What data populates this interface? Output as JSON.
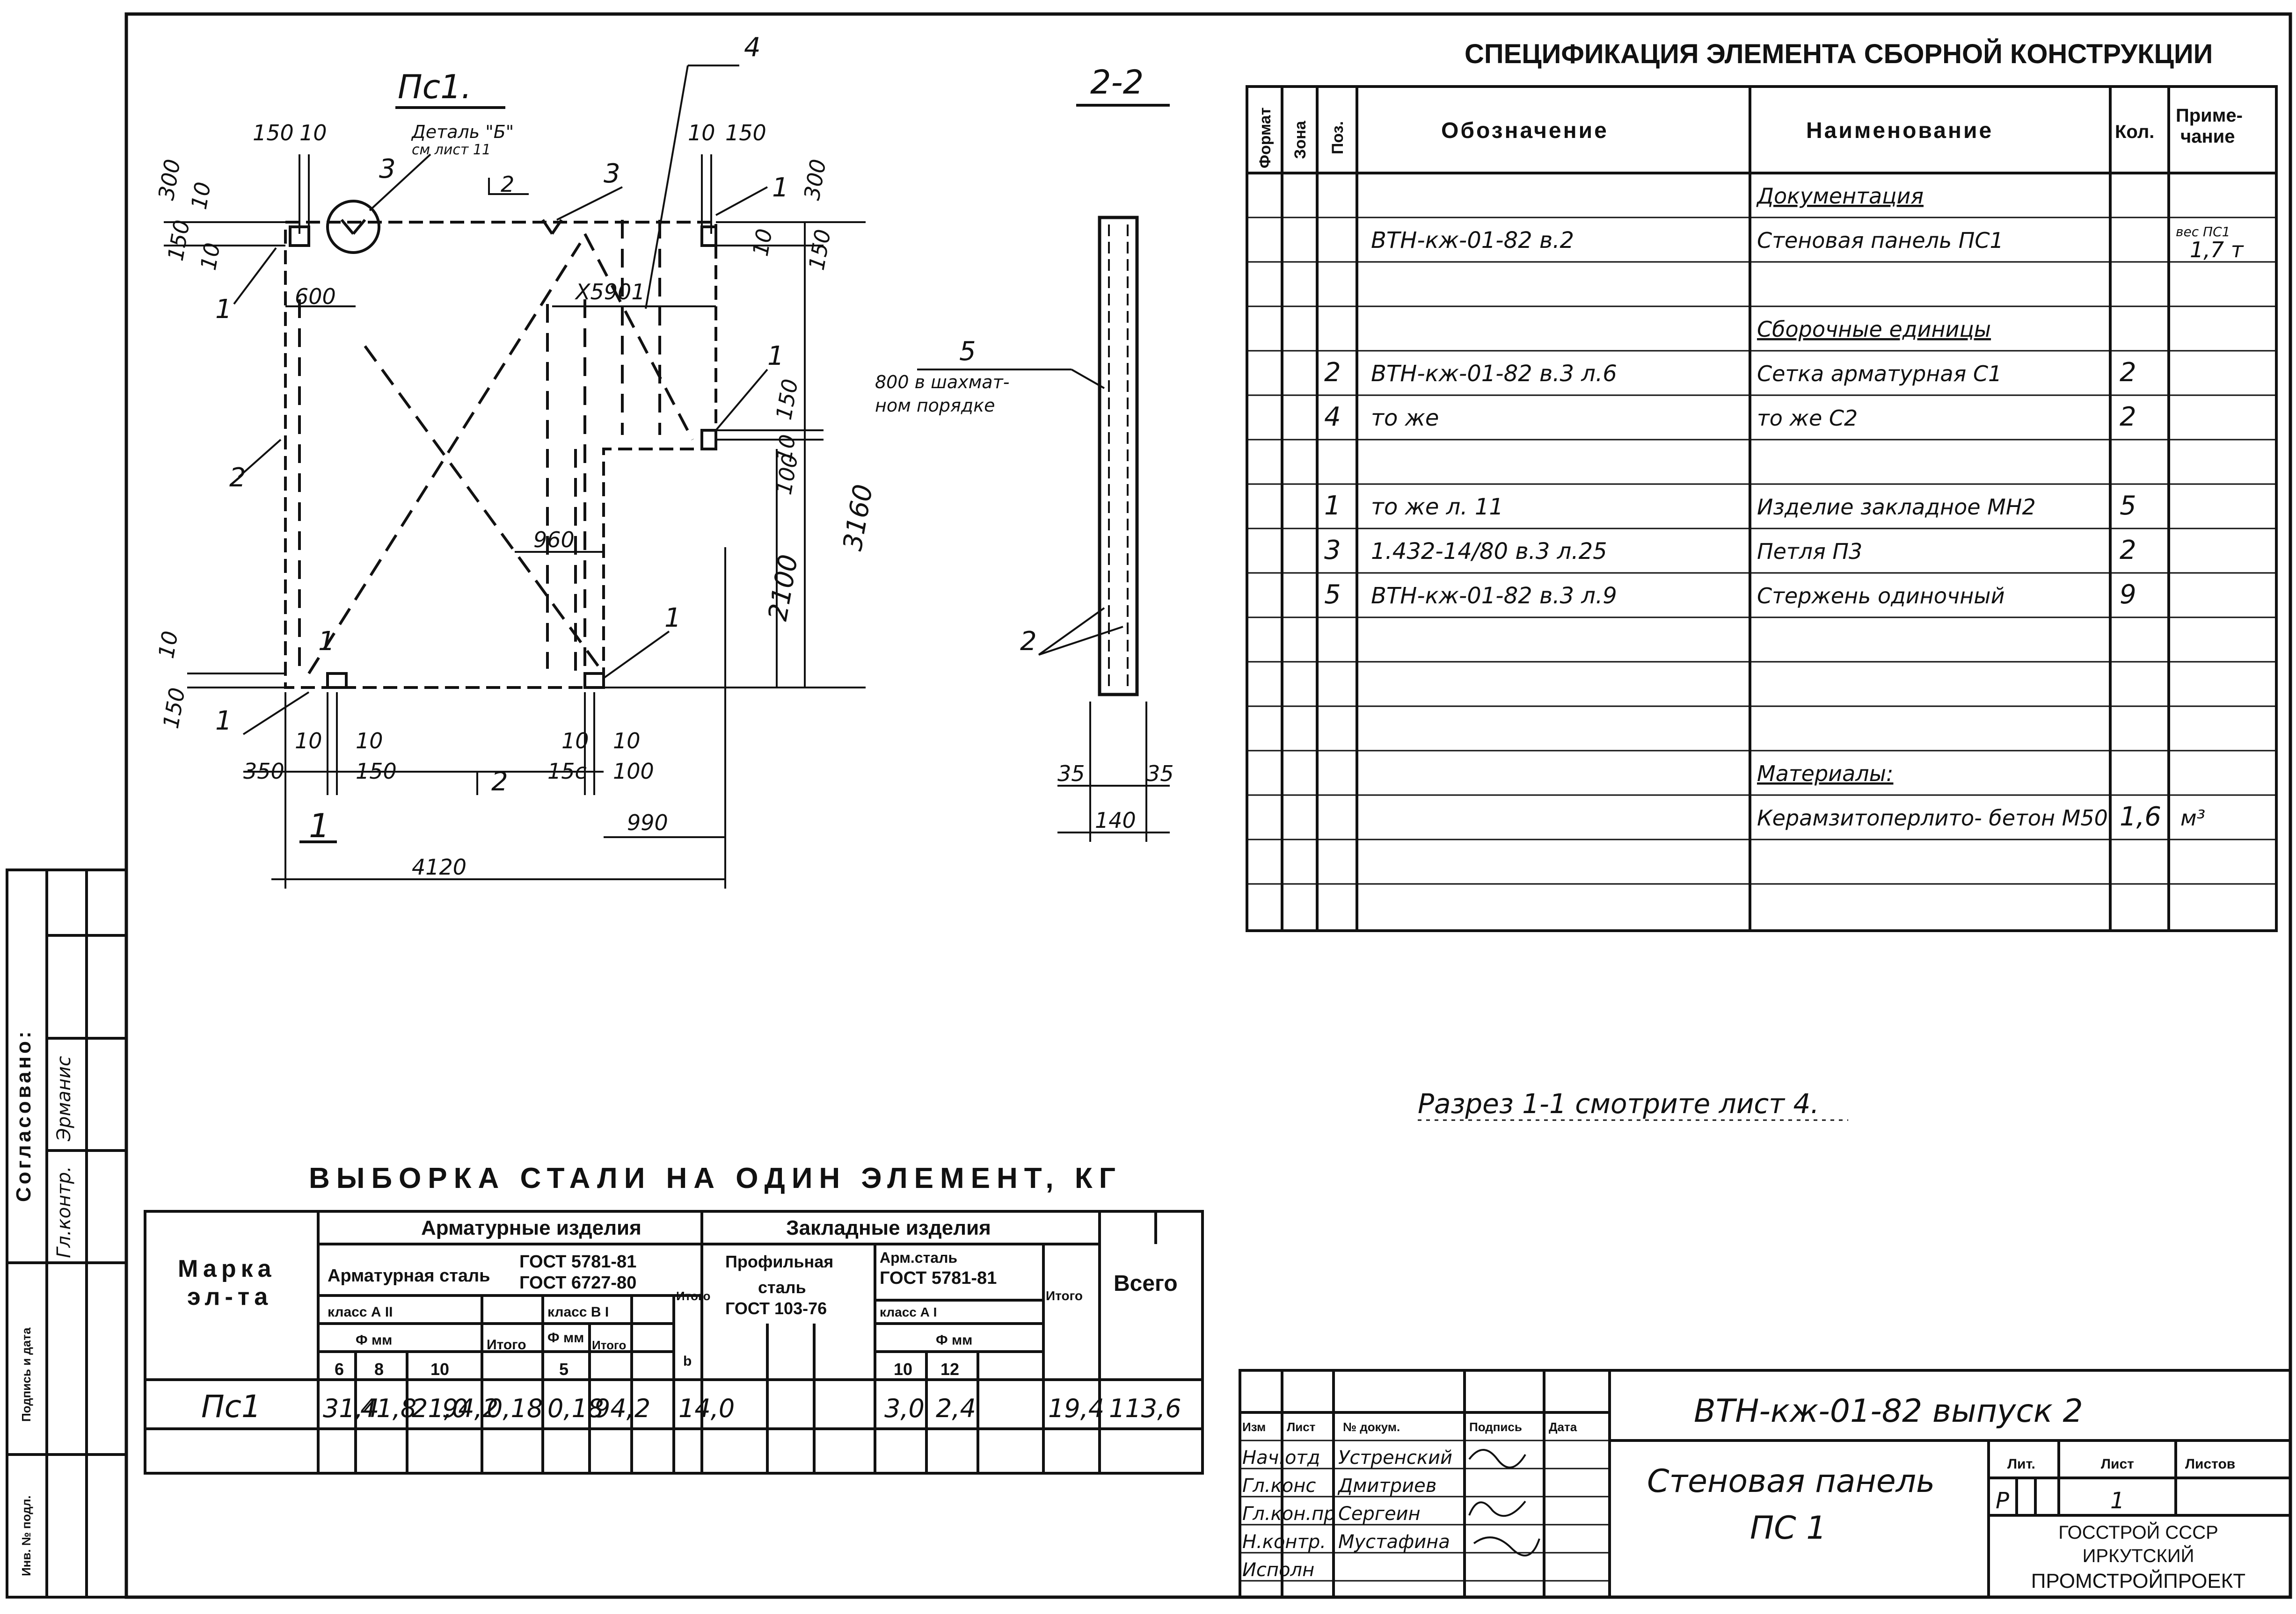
{
  "drawing": {
    "plan_title": "Пс1.",
    "detail_callout": "Деталь \"Б\"",
    "detail_ref": "см лист 11",
    "detail_num": "2",
    "section_title": "2-2",
    "dims": {
      "d150a": "150",
      "d10a": "10",
      "d300": "300",
      "d10b": "10",
      "d150b": "150",
      "d10c": "10",
      "d600": "600",
      "d5901": "X5901",
      "d10d": "10",
      "d150c": "150",
      "d10e": "10",
      "d300b": "300",
      "d150d": "150",
      "d10f": "10",
      "d150e": "150",
      "d10g": "10",
      "d100a": "100",
      "d960": "960",
      "d2100": "2100",
      "d3160": "3160",
      "d10h": "10",
      "d150f": "150",
      "d10i": "10",
      "d10j": "10",
      "d350": "350",
      "d150g": "150",
      "d10k": "10",
      "d10l": "10",
      "d15c": "15c",
      "d100b": "100",
      "d990": "990",
      "d4120": "4120",
      "d35a": "35",
      "d35b": "35",
      "d140": "140"
    },
    "leaders": {
      "p1a": "1",
      "p1b": "1",
      "p1c": "1",
      "p1d": "1",
      "p1e": "1",
      "p1f": "1",
      "p2a": "2",
      "p2b": "2",
      "p3a": "3",
      "p3b": "3",
      "p4": "4",
      "p5": "5",
      "sec_1": "1",
      "sec_2": "2"
    },
    "note_800": "800 в шахмат-",
    "note_800b": "ном порядке"
  },
  "spec": {
    "title": "СПЕЦИФИКАЦИЯ ЭЛЕМЕНТА СБОРНОЙ КОНСТРУКЦИИ",
    "headers": [
      "Формат",
      "Зона",
      "Поз.",
      "Обозначение",
      "Наименование",
      "Кол.",
      "Приме-",
      "чание"
    ],
    "rows": [
      {
        "pos": "",
        "oboz": "",
        "name": "Документация",
        "kol": "",
        "prim": "",
        "underline": true
      },
      {
        "pos": "",
        "oboz": "ВТН-кж-01-82 в.2",
        "name": "Стеновая панель ПС1",
        "kol": "",
        "prim": "вес ПС1",
        "prim2": "1,7 т"
      },
      {
        "pos": "",
        "oboz": "",
        "name": "",
        "kol": "",
        "prim": ""
      },
      {
        "pos": "",
        "oboz": "",
        "name": "Сборочные единицы",
        "kol": "",
        "prim": "",
        "underline": true
      },
      {
        "pos": "2",
        "oboz": "ВТН-кж-01-82 в.3 л.6",
        "name": "Сетка арматурная С1",
        "kol": "2",
        "prim": ""
      },
      {
        "pos": "4",
        "oboz": "то же",
        "name": "то же          С2",
        "kol": "2",
        "prim": ""
      },
      {
        "pos": "",
        "oboz": "",
        "name": "",
        "kol": "",
        "prim": ""
      },
      {
        "pos": "1",
        "oboz": "то же      л. 11",
        "name": "Изделие закладное   МН2",
        "kol": "5",
        "prim": ""
      },
      {
        "pos": "3",
        "oboz": "1.432-14/80 в.3 л.25",
        "name": "Петля П3",
        "kol": "2",
        "prim": ""
      },
      {
        "pos": "5",
        "oboz": "ВТН-кж-01-82 в.3 л.9",
        "name": "Стержень одиночный",
        "kol": "9",
        "prim": ""
      },
      {
        "pos": "",
        "oboz": "",
        "name": "",
        "kol": "",
        "prim": ""
      },
      {
        "pos": "",
        "oboz": "",
        "name": "",
        "kol": "",
        "prim": ""
      },
      {
        "pos": "",
        "oboz": "",
        "name": "",
        "kol": "",
        "prim": ""
      },
      {
        "pos": "",
        "oboz": "",
        "name": "Материалы:",
        "kol": "",
        "prim": "",
        "underline": true
      },
      {
        "pos": "",
        "oboz": "",
        "name": "Керамзитоперлито- бетон М50",
        "kol": "1,6",
        "prim": "м³"
      },
      {
        "pos": "",
        "oboz": "",
        "name": "",
        "kol": "",
        "prim": ""
      },
      {
        "pos": "",
        "oboz": "",
        "name": "",
        "kol": "",
        "prim": ""
      }
    ]
  },
  "note": "Разрез 1-1 смотрите лист 4.",
  "steel": {
    "title": "ВЫБОРКА СТАЛИ НА ОДИН ЭЛЕМЕНТ, КГ",
    "h_arm": "Арматурные изделия",
    "h_zakl": "Закладные изделия",
    "h_marka": "Марка",
    "h_marka2": "эл-та",
    "h_armstal": "Арматурная сталь",
    "h_gost1": "ГОСТ 5781-81",
    "h_gost2": "ГОСТ 6727-80",
    "h_klassA": "класс  А II",
    "h_klassB": "класс  В I",
    "h_phi": "Ф мм",
    "h_phi2": "Ф мм",
    "h_itogo": "Итого",
    "h_prof": "Профильная",
    "h_prof2": "сталь",
    "h_gost3": "ГОСТ 103-76",
    "h_armstal2": "Арм.сталь",
    "h_gost4": "ГОСТ 5781-81",
    "h_klassAI": "класс  А I",
    "h_phi3": "Ф мм",
    "h_vsego": "Всего",
    "h_b": "b",
    "h_d6": "6",
    "h_d8": "8",
    "h_d10": "10",
    "h_d5": "5",
    "h_d10b": "10",
    "h_d12": "12",
    "row_marka": "Пс1",
    "values": [
      "31,4",
      "41,8",
      "21,0",
      "94,2",
      "0,18",
      "0,18",
      "94,2",
      "14,0",
      "",
      "",
      "3,0",
      "2,4",
      "",
      "19,4",
      "113,6"
    ]
  },
  "approval": {
    "title": "Согласовано:",
    "role1": "Гл.контр.",
    "name1": "Эрманис",
    "role2": "",
    "sign_date": "Подпись и дата",
    "inv": "Инв. № подл."
  },
  "stamp": {
    "code": "ВТН-кж-01-82 выпуск 2",
    "h_izm": "Изм",
    "h_list": "Лист",
    "h_ndok": "№ докум.",
    "h_podp": "Подпись",
    "h_data": "Дата",
    "r1_role": "Нач.отд",
    "r1_name": "Устренский",
    "r2_role": "Гл.конс",
    "r2_name": "Дмитриев",
    "r3_role": "Гл.кон.пр",
    "r3_name": "Сергеин",
    "r4_role": "Н.контр.",
    "r4_name": "Мустафина",
    "r5_role": "Исполн",
    "r5_name": "",
    "object_name1": "Стеновая   панель",
    "object_name2": "ПС 1",
    "h_lit": "Лит.",
    "h_list2": "Лист",
    "h_listov": "Листов",
    "lit": "Р",
    "list": "1",
    "org1": "ГОССТРОЙ СССР",
    "org2": "ИРКУТСКИЙ",
    "org3": "ПРОМСТРОЙПРОЕКТ"
  }
}
